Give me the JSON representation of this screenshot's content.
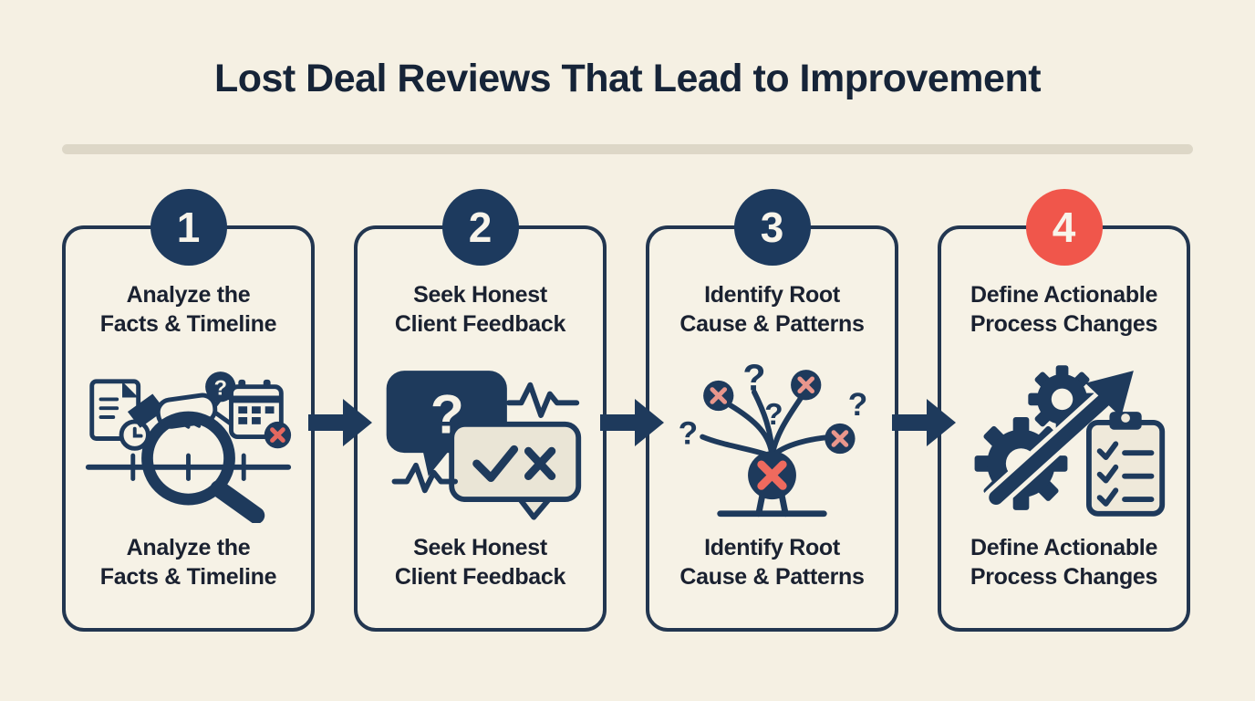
{
  "title": "Lost Deal Reviews That Lead to Improvement",
  "glyphs": {
    "question": "?"
  },
  "colors": {
    "background": "#f5f0e3",
    "card_background": "#f6f2e6",
    "navy": "#1e3a5c",
    "badge_navy": "#1d3a5e",
    "badge_coral": "#f0564b",
    "coral_x": "#ef6a5e",
    "salmon_x": "#e9968c",
    "title_text": "#162438",
    "card_text": "#1a2130",
    "divider": "#ddd7c7"
  },
  "steps": [
    {
      "number": "1",
      "badge_color": "#1d3a5e",
      "icon": "magnifier-timeline-icon",
      "top": {
        "line1": "Analyze the",
        "line2": "Facts & Timeline"
      },
      "bottom": {
        "line1": "Analyze the",
        "line2": "Facts & Timeline"
      }
    },
    {
      "number": "2",
      "badge_color": "#1d3a5e",
      "icon": "feedback-bubbles-icon",
      "top": {
        "line1": "Seek Honest",
        "line2": "Client Feedback"
      },
      "bottom": {
        "line1": "Seek Honest",
        "line2": "Client Feedback"
      }
    },
    {
      "number": "3",
      "badge_color": "#1d3a5e",
      "icon": "root-cause-tree-icon",
      "top": {
        "line1": "Identify Root",
        "line2": "Cause & Patterns"
      },
      "bottom": {
        "line1": "Identify Root",
        "line2": "Cause & Patterns"
      }
    },
    {
      "number": "4",
      "badge_color": "#f0564b",
      "icon": "gears-growth-clipboard-icon",
      "top": {
        "line1": "Define Actionable",
        "line2": "Process Changes"
      },
      "bottom": {
        "line1": "Define Actionable",
        "line2": "Process Changes"
      }
    }
  ]
}
